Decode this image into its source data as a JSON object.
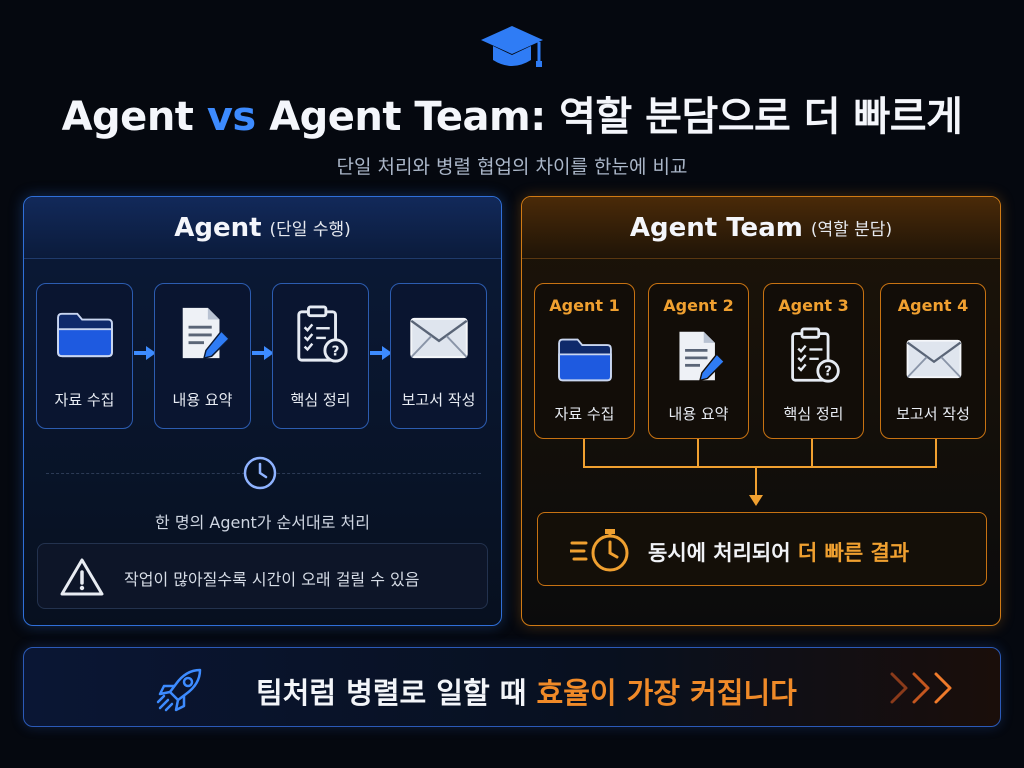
{
  "header": {
    "title_a": "Agent",
    "title_vs": "vs",
    "title_b": "Agent Team: 역할 분담으로 더 빠르게",
    "subtitle": "단일 처리와 병렬 협업의 차이를 한눈에 비교",
    "icon": "graduation-cap-icon"
  },
  "left_panel": {
    "title": "Agent",
    "title_sub": "(단일 수행)",
    "steps": [
      {
        "label": "자료 수집",
        "icon": "folder-icon"
      },
      {
        "label": "내용 요약",
        "icon": "document-pencil-icon"
      },
      {
        "label": "핵심 정리",
        "icon": "clipboard-question-icon"
      },
      {
        "label": "보고서 작성",
        "icon": "envelope-icon"
      }
    ],
    "sequence_text": "한 명의 Agent가 순서대로 처리",
    "warning_text": "작업이 많아질수록 시간이 오래 걸릴 수 있음"
  },
  "right_panel": {
    "title": "Agent Team",
    "title_sub": "(역할 분담)",
    "agents": [
      {
        "name": "Agent 1",
        "label": "자료 수집",
        "icon": "folder-icon"
      },
      {
        "name": "Agent 2",
        "label": "내용 요약",
        "icon": "document-pencil-icon"
      },
      {
        "name": "Agent 3",
        "label": "핵심 정리",
        "icon": "clipboard-question-icon"
      },
      {
        "name": "Agent 4",
        "label": "보고서 작성",
        "icon": "envelope-icon"
      }
    ],
    "result_text_a": "동시에 처리되어",
    "result_text_hl": "더 빠른 결과"
  },
  "banner": {
    "text_a": "팀처럼 병렬로 일할 때",
    "text_hl": "효율이 가장 커집니다"
  },
  "colors": {
    "accent_blue": "#3d8bff",
    "accent_orange": "#f0a030",
    "background": "#05080f"
  }
}
